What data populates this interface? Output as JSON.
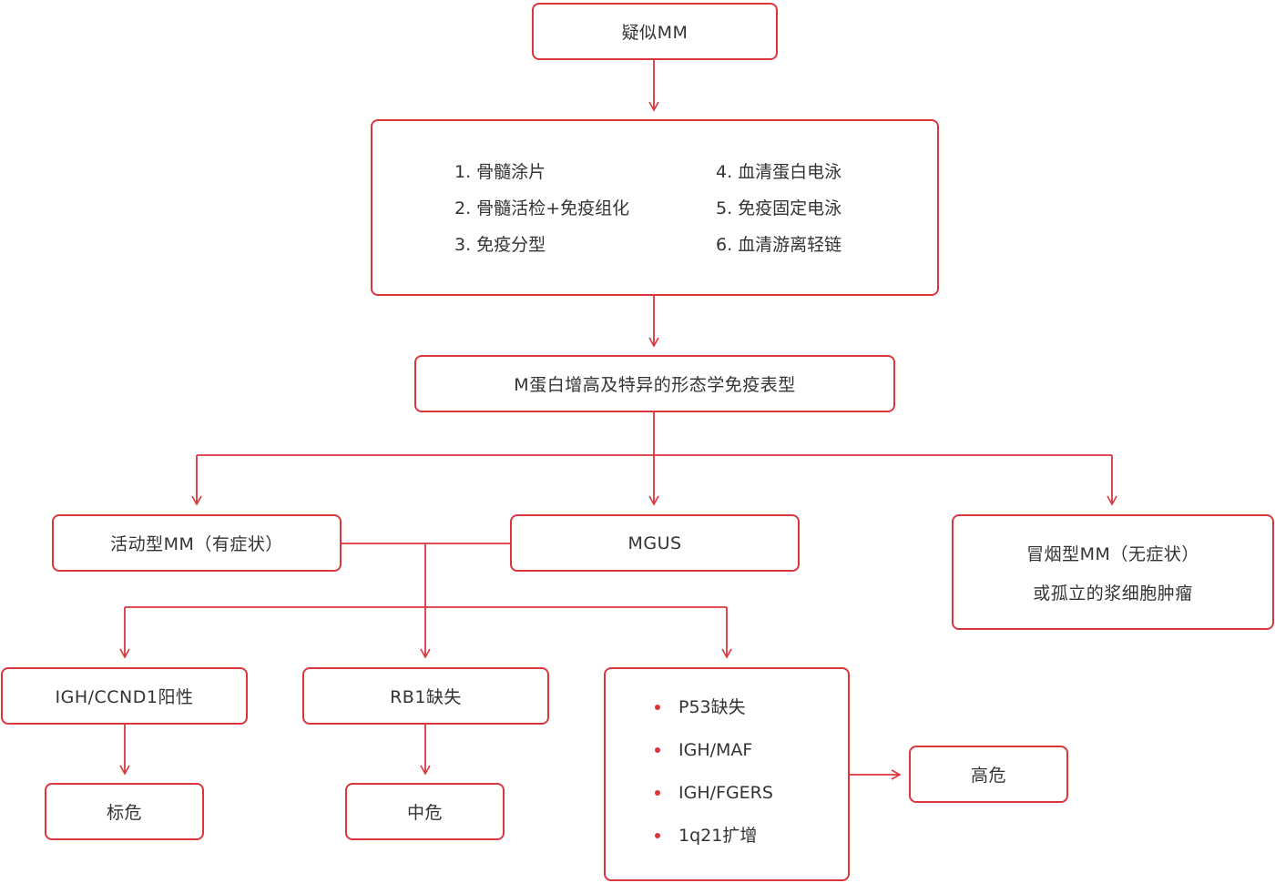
{
  "colors": {
    "accent": "#d9363e",
    "text": "#333333"
  },
  "nodes": {
    "suspected": "疑似MM",
    "tests": {
      "left": [
        "1. 骨髓涂片",
        "2. 骨髓活检+免疫组化",
        "3. 免疫分型"
      ],
      "right": [
        "4. 血清蛋白电泳",
        "5. 免疫固定电泳",
        "6. 血清游离轻链"
      ]
    },
    "findings": "M蛋白增高及特异的形态学免疫表型",
    "active_mm": "活动型MM（有症状）",
    "mgus": "MGUS",
    "smoldering": [
      "冒烟型MM（无症状）",
      "或孤立的浆细胞肿瘤"
    ],
    "igh_ccnd1": "IGH/CCND1阳性",
    "rb1": "RB1缺失",
    "high_risk_markers": [
      "P53缺失",
      "IGH/MAF",
      "IGH/FGERS",
      "1q21扩增"
    ],
    "standard_risk": "标危",
    "intermediate_risk": "中危",
    "high_risk": "高危"
  }
}
